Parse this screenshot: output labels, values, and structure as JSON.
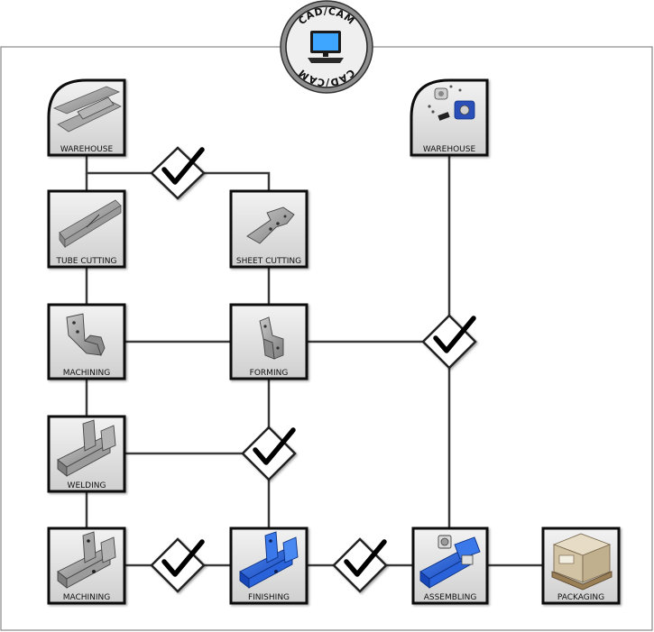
{
  "logo": {
    "text": "CAD/CAM",
    "icon": "computer-monitor-icon"
  },
  "nodes": {
    "warehouse_raw": {
      "label": "WAREHOUSE",
      "icon": "metal-profiles-icon"
    },
    "tube_cutting": {
      "label": "TUBE CUTTING",
      "icon": "tube-cut-icon"
    },
    "sheet_cutting": {
      "label": "SHEET CUTTING",
      "icon": "sheet-part-icon"
    },
    "machining_1": {
      "label": "MACHINING",
      "icon": "machined-part-icon"
    },
    "forming": {
      "label": "FORMING",
      "icon": "formed-bracket-icon"
    },
    "welding": {
      "label": "WELDING",
      "icon": "welded-assembly-icon"
    },
    "machining_2": {
      "label": "MACHINING",
      "icon": "machined-assembly-icon"
    },
    "finishing": {
      "label": "FINISHING",
      "icon": "painted-assembly-icon"
    },
    "assembling": {
      "label": "ASSEMBLING",
      "icon": "assembled-unit-icon"
    },
    "packaging": {
      "label": "PACKAGING",
      "icon": "crate-on-pallet-icon"
    },
    "warehouse_parts": {
      "label": "WAREHOUSE",
      "icon": "hardware-parts-icon"
    }
  },
  "checkpoints": [
    {
      "name": "checkpoint-cutting",
      "icon": "checkmark-icon"
    },
    {
      "name": "checkpoint-parts-merge",
      "icon": "checkmark-icon"
    },
    {
      "name": "checkpoint-welding-merge",
      "icon": "checkmark-icon"
    },
    {
      "name": "checkpoint-before-finishing",
      "icon": "checkmark-icon"
    },
    {
      "name": "checkpoint-before-assembling",
      "icon": "checkmark-icon"
    }
  ],
  "colors": {
    "line": "#3a3a3a",
    "box_fill": "#d9d9d9",
    "painted_part": "#1f5fd6"
  }
}
